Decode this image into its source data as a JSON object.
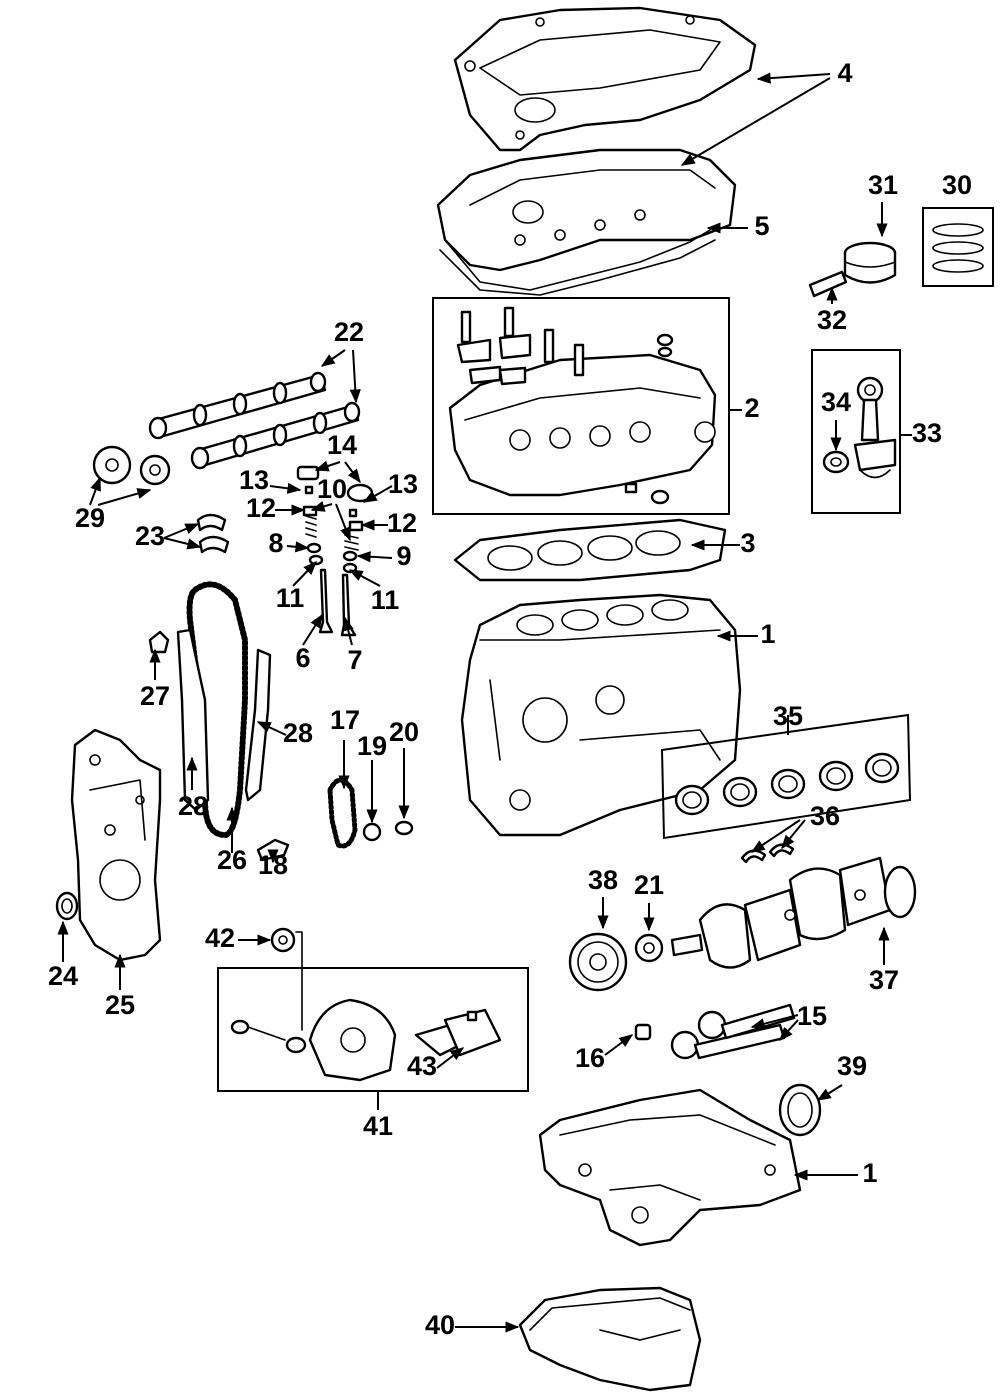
{
  "callouts": [
    "1",
    "2",
    "3",
    "4",
    "5",
    "6",
    "7",
    "8",
    "9",
    "10",
    "11",
    "12",
    "13",
    "14",
    "15",
    "16",
    "17",
    "18",
    "19",
    "20",
    "21",
    "22",
    "23",
    "24",
    "25",
    "26",
    "27",
    "28",
    "29",
    "30",
    "31",
    "32",
    "33",
    "34",
    "35",
    "36",
    "37",
    "38",
    "39",
    "40",
    "41",
    "42",
    "43"
  ],
  "colors": {
    "line": "#000000",
    "background": "#ffffff"
  }
}
